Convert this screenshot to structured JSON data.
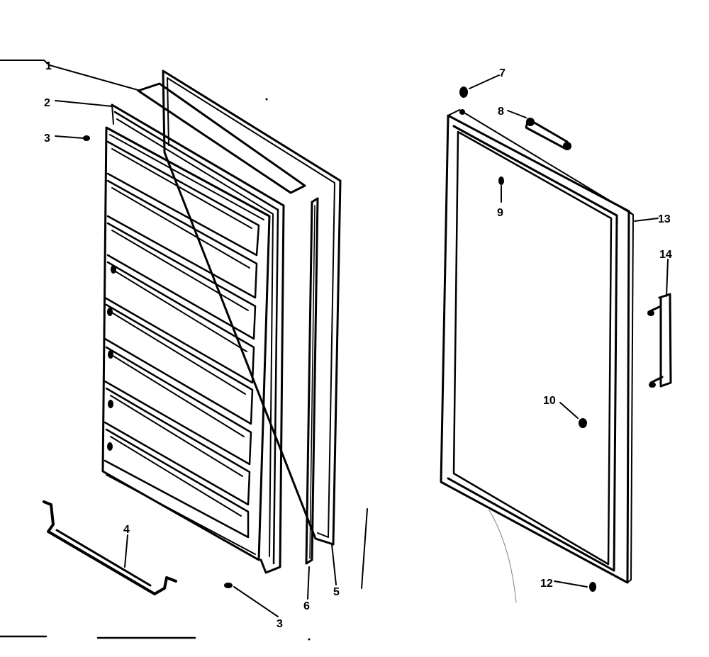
{
  "diagram": {
    "left_assembly": {
      "callouts": {
        "c1": "1",
        "c2": "2",
        "c3_top": "3",
        "c4": "4",
        "c3_bottom": "3",
        "c6": "6",
        "c5": "5"
      }
    },
    "right_assembly": {
      "callouts": {
        "c7": "7",
        "c8": "8",
        "c9": "9",
        "c13": "13",
        "c14": "14",
        "c10": "10",
        "c12": "12"
      }
    }
  }
}
